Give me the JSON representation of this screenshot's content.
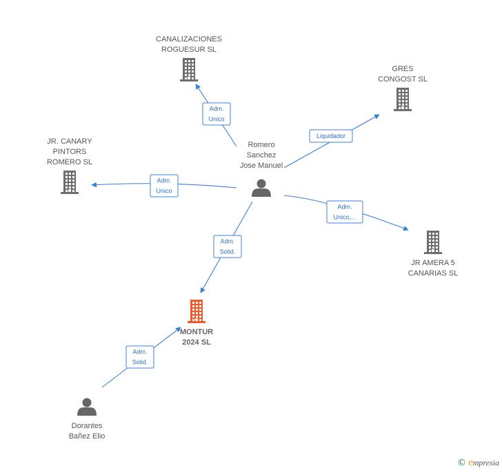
{
  "colors": {
    "edge": "#3b7fd4",
    "building": "#6e6e6e",
    "focus_building": "#f05a28",
    "person": "#666666"
  },
  "nodes": [
    {
      "id": "canalizaciones",
      "type": "company",
      "label": [
        "CANALIZACIONES",
        "ROGUESUR SL"
      ],
      "icon": "building-icon"
    },
    {
      "id": "gres",
      "type": "company",
      "label": [
        "GRES",
        "CONGOST SL"
      ],
      "icon": "building-icon"
    },
    {
      "id": "canary",
      "type": "company",
      "label": [
        "JR. CANARY",
        "PINTORS",
        "ROMERO  SL"
      ],
      "icon": "building-icon"
    },
    {
      "id": "romero",
      "type": "person",
      "label": [
        "Romero",
        "Sanchez",
        "Jose Manuel"
      ],
      "icon": "person-icon"
    },
    {
      "id": "amera",
      "type": "company",
      "label": [
        "JR AMERA 5",
        "CANARIAS  SL"
      ],
      "icon": "building-icon"
    },
    {
      "id": "montur",
      "type": "company",
      "focus": true,
      "label": [
        "MONTUR",
        "2024  SL"
      ],
      "icon": "building-icon"
    },
    {
      "id": "dorantes",
      "type": "person",
      "label": [
        "Dorantes",
        "Bañez Elio"
      ],
      "icon": "person-icon"
    }
  ],
  "edges": [
    {
      "from": "romero",
      "to": "canalizaciones",
      "label": [
        "Adm.",
        "Unico"
      ]
    },
    {
      "from": "romero",
      "to": "gres",
      "label": [
        "Liquidador"
      ]
    },
    {
      "from": "romero",
      "to": "canary",
      "label": [
        "Adm.",
        "Unico"
      ]
    },
    {
      "from": "romero",
      "to": "amera",
      "label": [
        "Adm.",
        "Unico,..."
      ]
    },
    {
      "from": "romero",
      "to": "montur",
      "label": [
        "Adm.",
        "Solid."
      ]
    },
    {
      "from": "dorantes",
      "to": "montur",
      "label": [
        "Adm.",
        "Solid."
      ]
    }
  ],
  "brand": {
    "copyright": "©",
    "initial": "e",
    "rest": "mpresia"
  }
}
